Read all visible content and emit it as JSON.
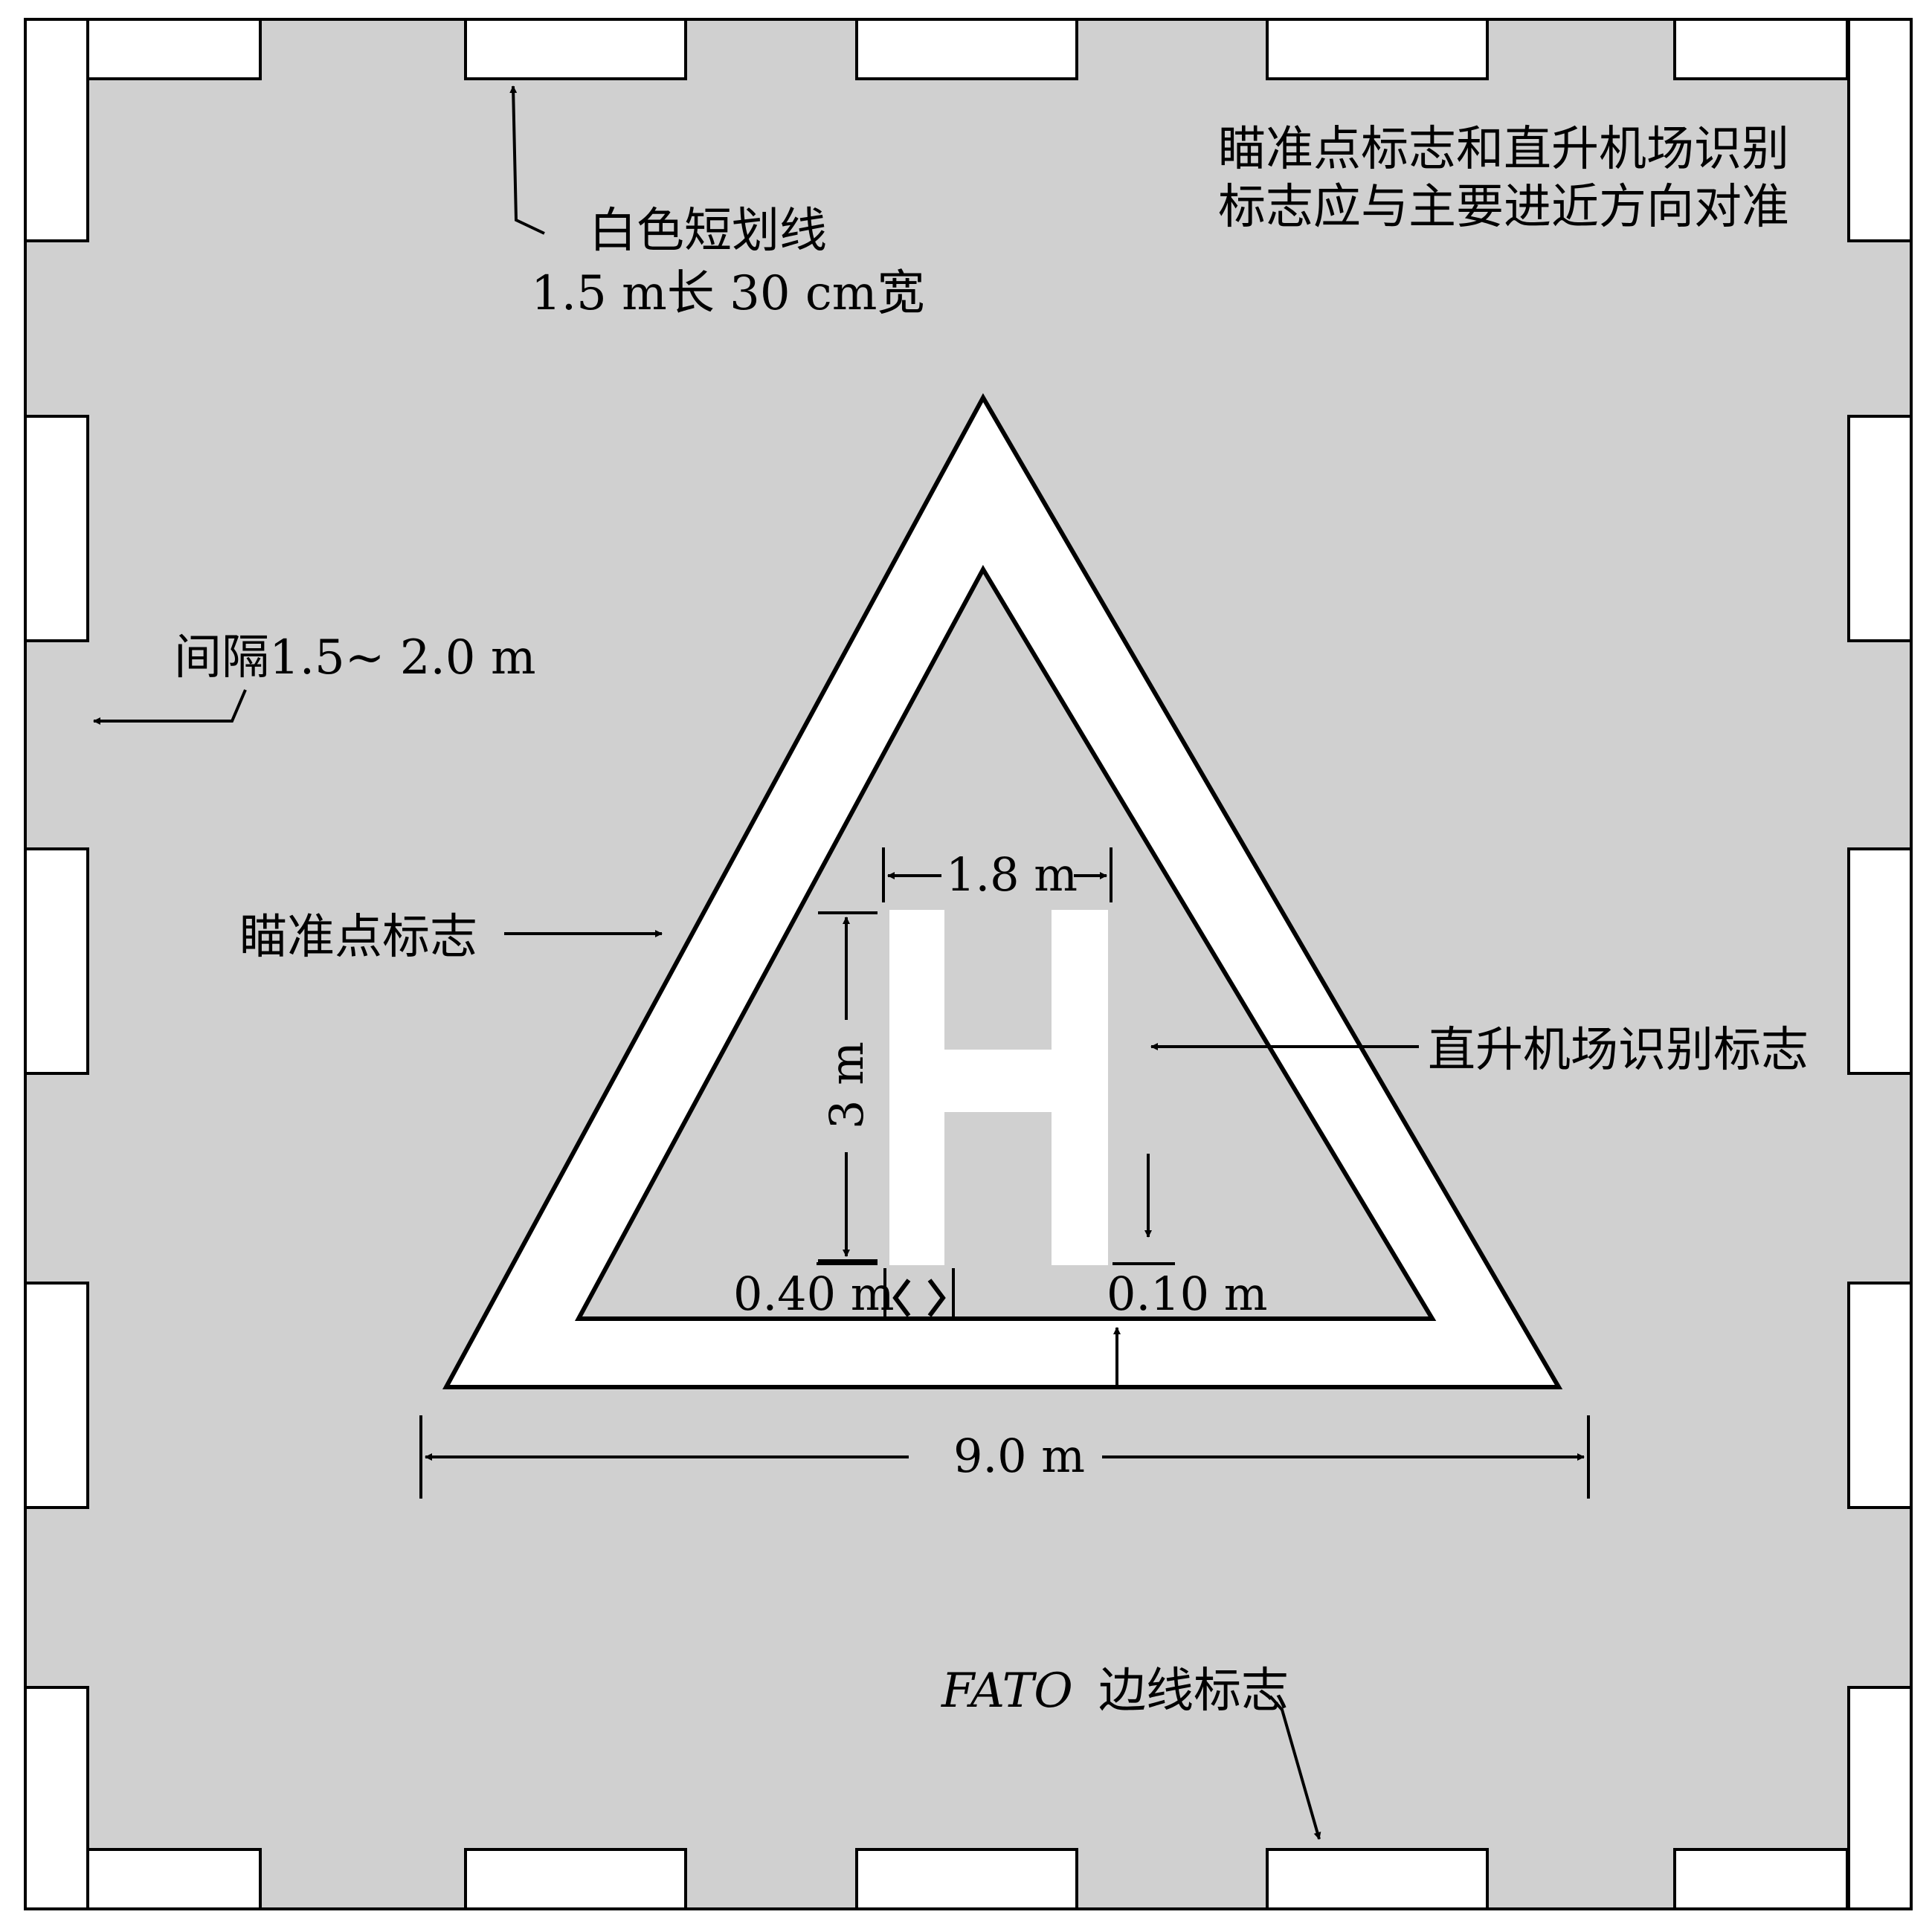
{
  "labels": {
    "white_dash_line": "白色短划线",
    "white_dash_size": "1.5 m长  30 cm宽",
    "alignment_note_line1": "瞄准点标志和直升机场识别",
    "alignment_note_line2": "标志应与主要进近方向对准",
    "spacing": "间隔1.5~ 2.0 m",
    "aiming_point_marking": "瞄准点标志",
    "heliport_id_marking": "直升机场识别标志",
    "fato_prefix": "FATO",
    "fato_suffix": "边线标志",
    "h_width": "1.8 m",
    "h_height": "3 m",
    "h_stroke": "0.40 m",
    "triangle_stroke": "0.10 m",
    "triangle_side": "9.0 m"
  },
  "colors": {
    "fato_area": "#d0d0d0",
    "marking_white": "#ffffff",
    "outline": "#000000"
  }
}
